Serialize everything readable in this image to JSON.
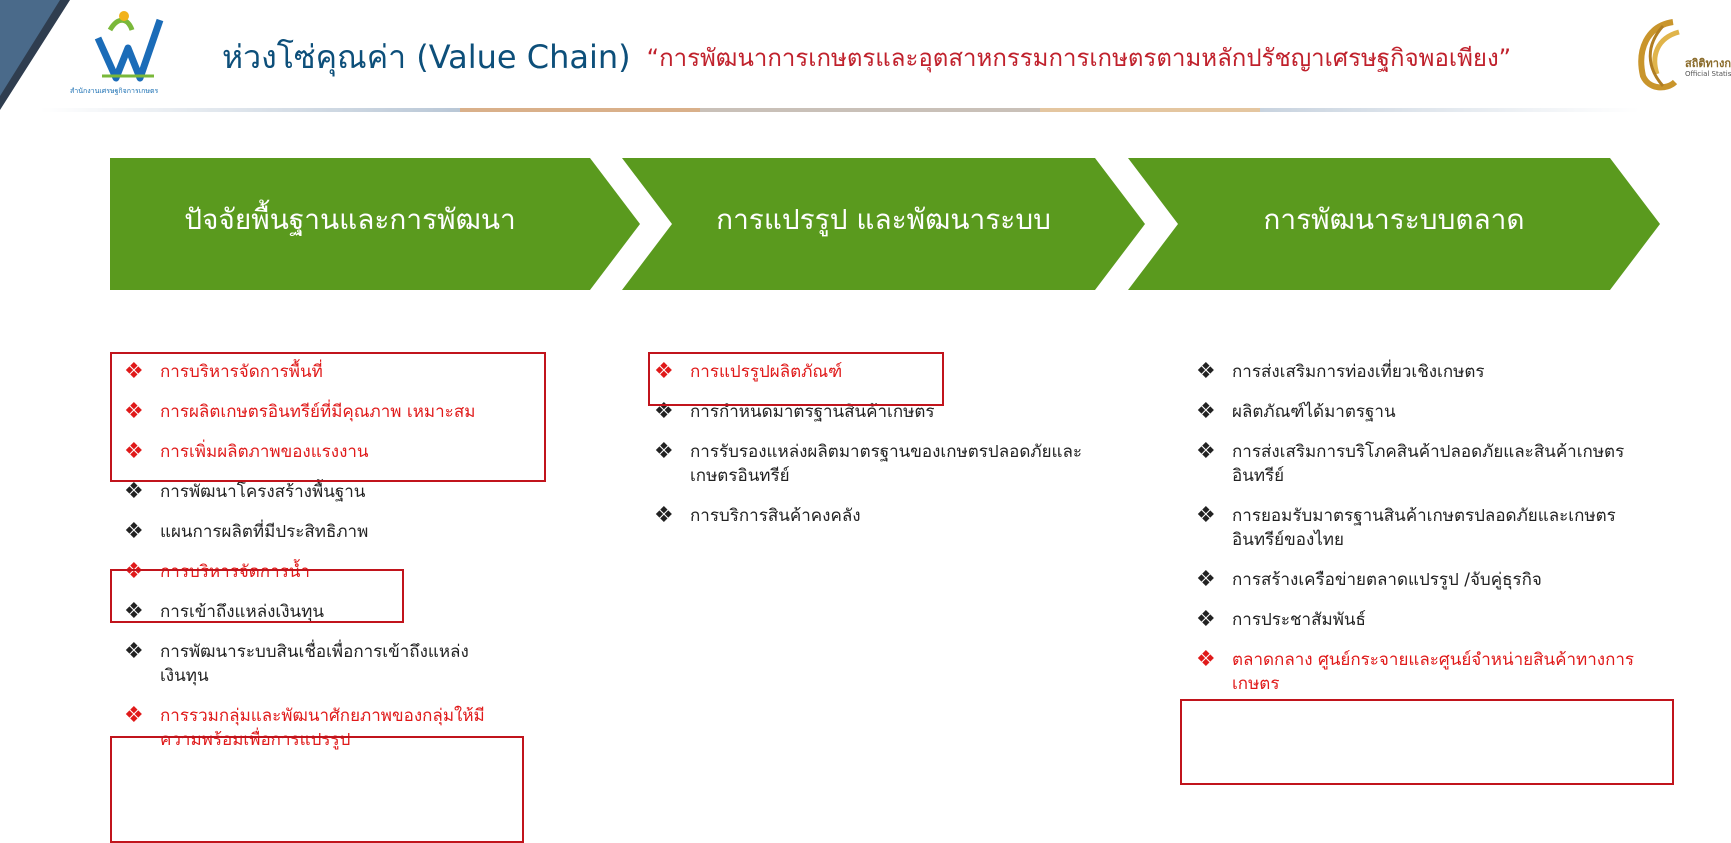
{
  "header": {
    "title": "ห่วงโซ่คุณค่า  (Value Chain)",
    "subtitle": "“การพัฒนาการเกษตรและอุตสาหกรรมการเกษตรตามหลักปรัชญาเศรษฐกิจพอเพียง”",
    "left_logo_text": "สำนักงานเศรษฐกิจการเกษตร",
    "right_logo_text": "สถิติทางการ",
    "right_logo_subtext": "Official Statistics"
  },
  "stages": [
    "ปัจจัยพื้นฐานและการพัฒนา",
    "การแปรรูป และพัฒนาระบบ",
    "การพัฒนาระบบตลาด"
  ],
  "columns": [
    {
      "items": [
        {
          "text": "การบริหารจัดการพื้นที่",
          "highlight": true
        },
        {
          "text": "การผลิตเกษตรอินทรีย์ที่มีคุณภาพ เหมาะสม",
          "highlight": true
        },
        {
          "text": "การเพิ่มผลิตภาพของแรงงาน",
          "highlight": true
        },
        {
          "text": "การพัฒนาโครงสร้างพื้นฐาน",
          "highlight": false
        },
        {
          "text": "แผนการผลิตที่มีประสิทธิภาพ",
          "highlight": false
        },
        {
          "text": "การบริหารจัดการน้ำ",
          "highlight": true
        },
        {
          "text": "การเข้าถึงแหล่งเงินทุน",
          "highlight": false
        },
        {
          "text": "การพัฒนาระบบสินเชื่อเพื่อการเข้าถึงแหล่งเงินทุน",
          "highlight": false
        },
        {
          "text": "การรวมกลุ่มและพัฒนาศักยภาพของกลุ่มให้มีความพร้อมเพื่อการแปรรูป",
          "highlight": true
        }
      ]
    },
    {
      "items": [
        {
          "text": "การแปรรูปผลิตภัณฑ์",
          "highlight": true
        },
        {
          "text": "การกำหนดมาตรฐานสินค้าเกษตร",
          "highlight": false
        },
        {
          "text": "การรับรองแหล่งผลิตมาตรฐานของเกษตรปลอดภัยและเกษตรอินทรีย์",
          "highlight": false
        },
        {
          "text": "การบริการสินค้าคงคลัง",
          "highlight": false
        }
      ]
    },
    {
      "items": [
        {
          "text": "การส่งเสริมการท่องเที่ยวเชิงเกษตร",
          "highlight": false
        },
        {
          "text": "ผลิตภัณฑ์ได้มาตรฐาน",
          "highlight": false
        },
        {
          "text": "การส่งเสริมการบริโภคสินค้าปลอดภัยและสินค้าเกษตรอินทรีย์",
          "highlight": false
        },
        {
          "text": "การยอมรับมาตรฐานสินค้าเกษตรปลอดภัยและเกษตรอินทรีย์ของไทย",
          "highlight": false
        },
        {
          "text": "การสร้างเครือข่ายตลาดแปรรูป /จับคู่ธุรกิจ",
          "highlight": false
        },
        {
          "text": "การประชาสัมพันธ์",
          "highlight": false
        },
        {
          "text": "ตลาดกลาง ศูนย์กระจายและศูนย์จำหน่ายสินค้าทางการเกษตร",
          "highlight": true
        }
      ]
    }
  ],
  "colors": {
    "chevron_green": "#5a9a1e",
    "highlight_red": "#e01a1a",
    "box_border": "#c1141c",
    "title_blue": "#0d4f7a"
  }
}
